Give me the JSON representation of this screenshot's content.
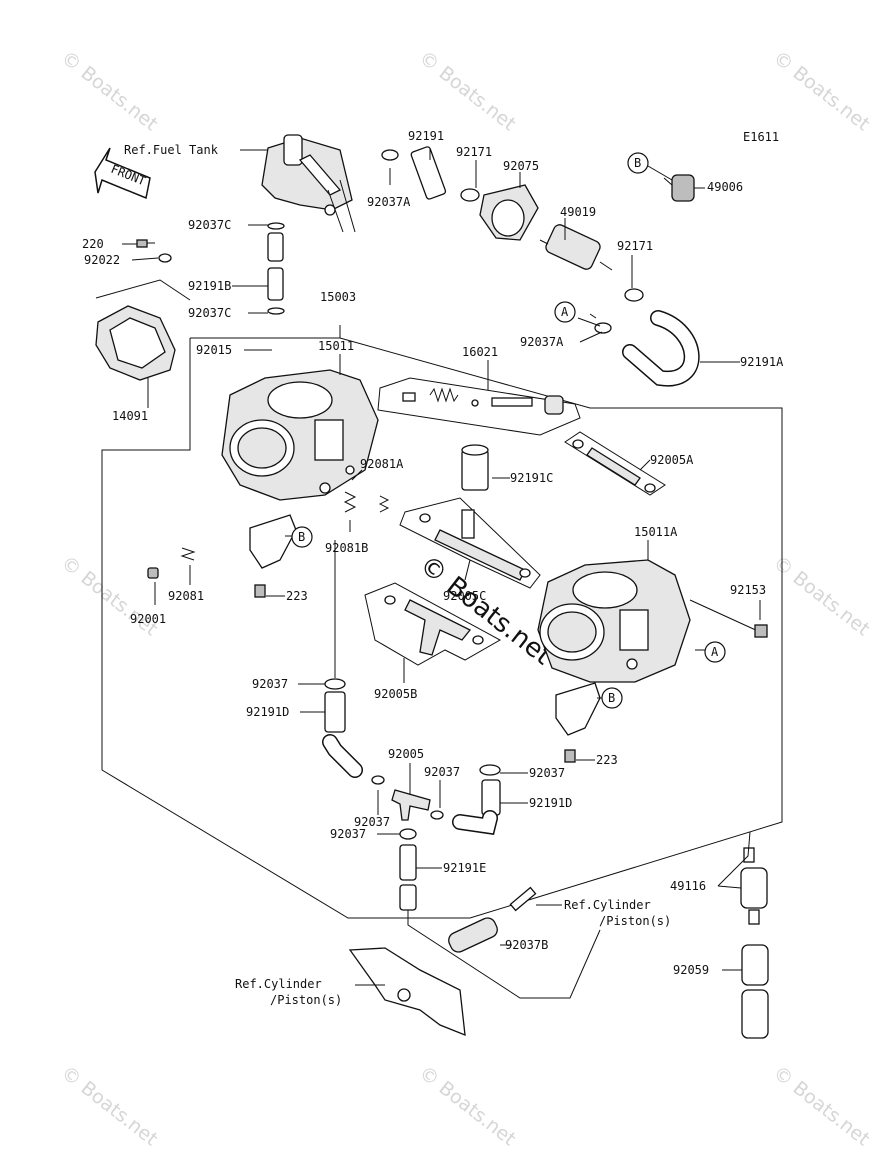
{
  "diagram": {
    "code": "E1611",
    "front_label": "FRONT",
    "refs": {
      "fuel_tank": "Ref.Fuel Tank",
      "cyl_upper_1": "Ref.Cylinder",
      "cyl_upper_2": "/Piston(s)",
      "cyl_lower_1": "Ref.Cylinder",
      "cyl_lower_2": "/Piston(s)"
    },
    "callouts": {
      "A": "A",
      "B": "B"
    },
    "parts": {
      "p92191": "92191",
      "p92171_top": "92171",
      "p92075": "92075",
      "p92037A_top": "92037A",
      "p49006": "49006",
      "p49019": "49019",
      "p92171_mid": "92171",
      "p92037C_1": "92037C",
      "p220": "220",
      "p92022": "92022",
      "p92191B": "92191B",
      "p92037C_2": "92037C",
      "p15003": "15003",
      "p92037A_mid": "92037A",
      "p92191A": "92191A",
      "p92015": "92015",
      "p15011": "15011",
      "p16021": "16021",
      "p14091": "14091",
      "p92005A": "92005A",
      "p92081A": "92081A",
      "p92191C": "92191C",
      "p15011A": "15011A",
      "p92081B": "92081B",
      "p92005C": "92005C",
      "p92153": "92153",
      "p92081": "92081",
      "p223_1": "223",
      "p92001": "92001",
      "p92005B": "92005B",
      "p92037_1": "92037",
      "p92191D_1": "92191D",
      "p223_2": "223",
      "p92005": "92005",
      "p92037_2": "92037",
      "p92037_3": "92037",
      "p92191D_2": "92191D",
      "p92037_4": "92037",
      "p92037_5": "92037",
      "p92191E": "92191E",
      "p49116": "49116",
      "p92037B": "92037B",
      "p92059": "92059"
    }
  },
  "watermark": {
    "text": "© Boats.net",
    "center_text": "© Boats.net",
    "color": "#d6d6d6"
  }
}
